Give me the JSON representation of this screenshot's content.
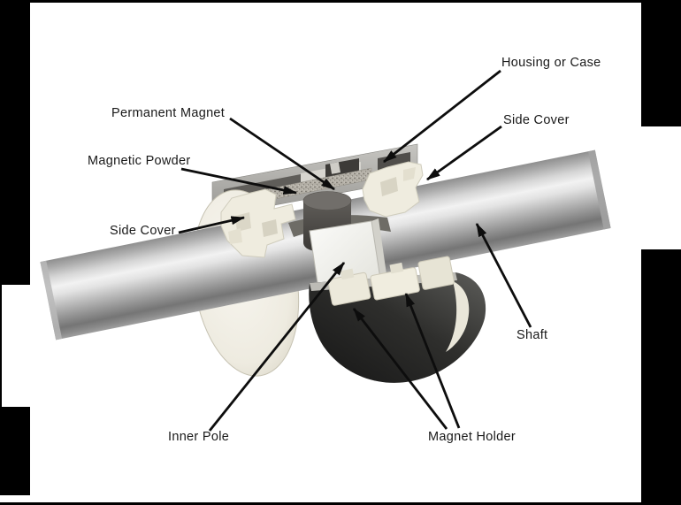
{
  "figure": {
    "labels": [
      {
        "id": "housing-or-case",
        "text": "Housing or Case"
      },
      {
        "id": "side-cover-right",
        "text": "Side Cover"
      },
      {
        "id": "permanent-magnet",
        "text": "Permanent Magnet"
      },
      {
        "id": "magnetic-powder",
        "text": "Magnetic Powder"
      },
      {
        "id": "side-cover-left",
        "text": "Side Cover"
      },
      {
        "id": "shaft",
        "text": "Shaft"
      },
      {
        "id": "inner-pole",
        "text": "Inner Pole"
      },
      {
        "id": "magnet-holder",
        "text": "Magnet Holder"
      }
    ],
    "colors": {
      "frame": "#000000",
      "page_background": "#ffffff",
      "label_text": "#191919",
      "arrow": "#0d0d0d",
      "shaft_highlight": "#f2f2f2",
      "shaft_mid": "#bdbdbd",
      "housing_shell_dark": "#1c1c1c",
      "housing_bar_gray": "#a9a8a4",
      "plastic_ivory": "#efecdf",
      "powder_strip": "#b3afa6",
      "magnet_dark": "#4c4a47",
      "inner_pole_white": "#fafaf8"
    }
  }
}
